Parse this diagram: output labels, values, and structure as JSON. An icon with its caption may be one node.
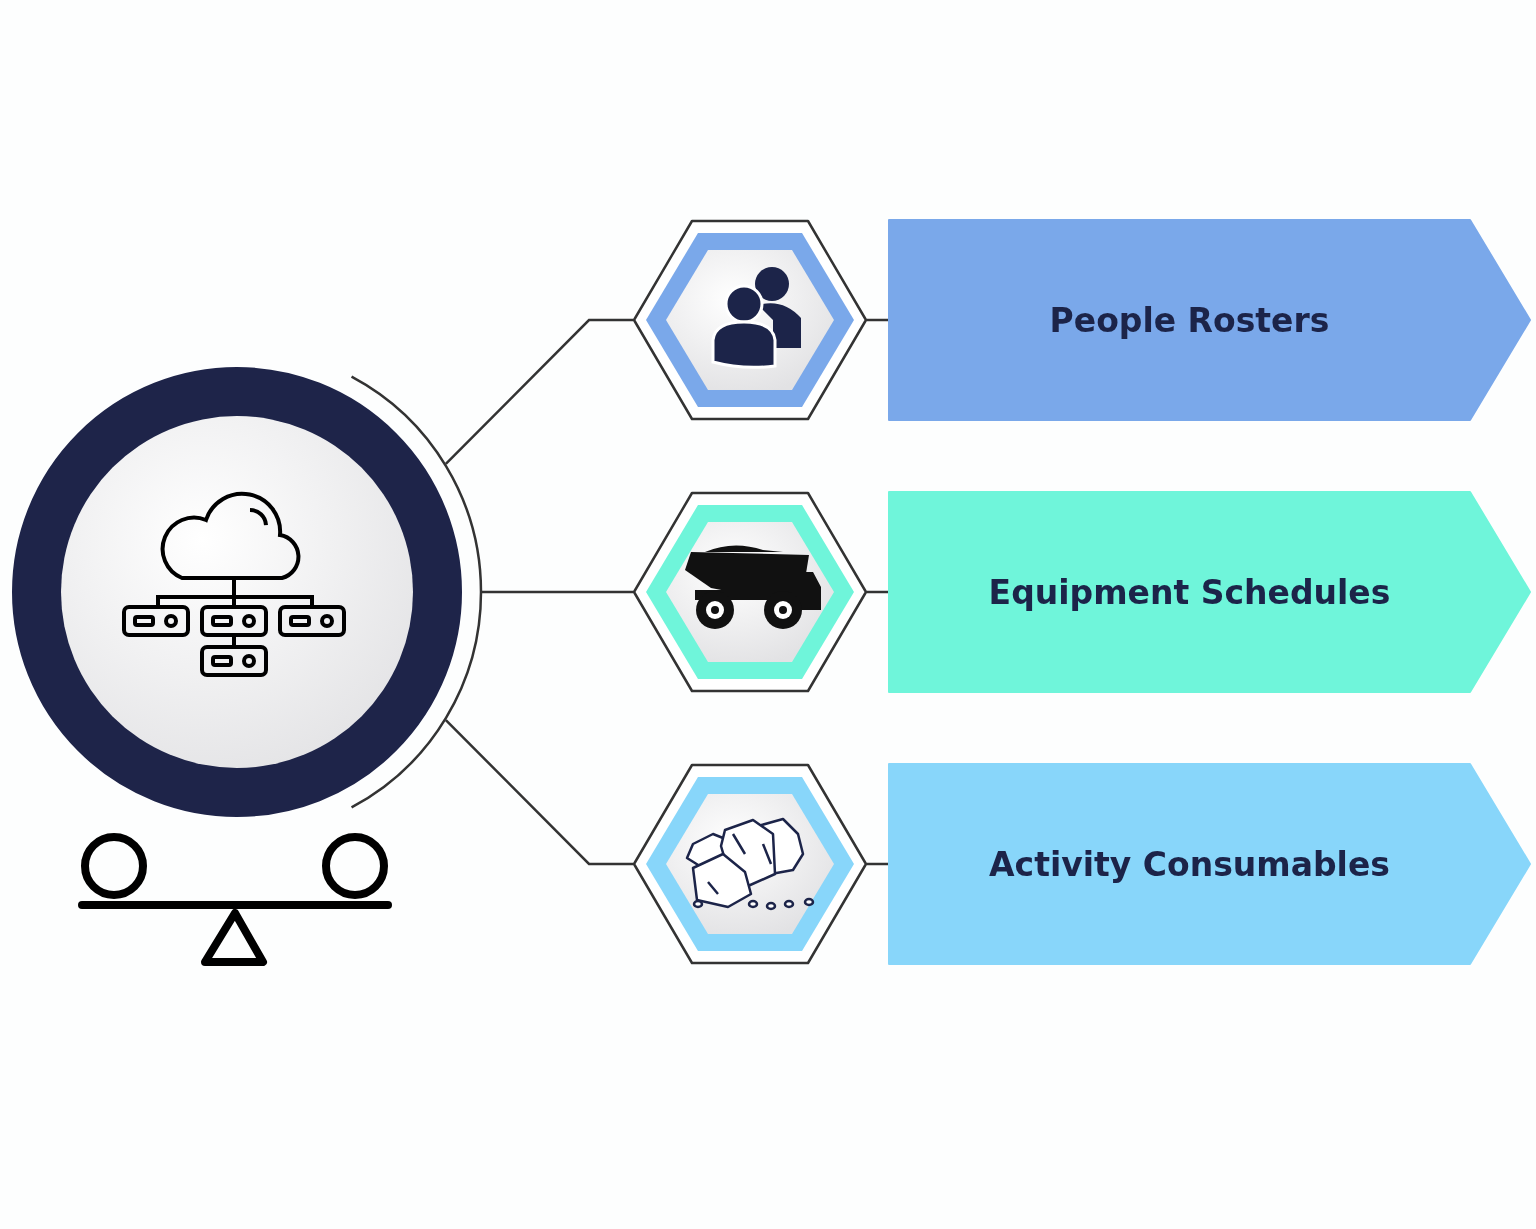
{
  "diagram": {
    "nodes": [
      {
        "text": [],
        "shape": "circle"
      },
      {
        "text": [],
        "shape": "hexagon"
      },
      {
        "text": [
          "People Rosters"
        ]
      },
      {
        "text": [],
        "shape": "hexagon"
      },
      {
        "text": [
          "Equipment Schedules"
        ]
      },
      {
        "text": [],
        "shape": "hexagon"
      },
      {
        "text": [
          "Activity Consumables"
        ]
      }
    ],
    "edges": [
      {
        "from": 0,
        "to": 1,
        "arrow": "none"
      },
      {
        "from": 0,
        "to": 3,
        "arrow": "none"
      },
      {
        "from": 0,
        "to": 5,
        "arrow": "none"
      },
      {
        "from": 1,
        "to": 2,
        "arrow": "none"
      },
      {
        "from": 3,
        "to": 4,
        "arrow": "none"
      },
      {
        "from": 5,
        "to": 6,
        "arrow": "none"
      }
    ]
  }
}
